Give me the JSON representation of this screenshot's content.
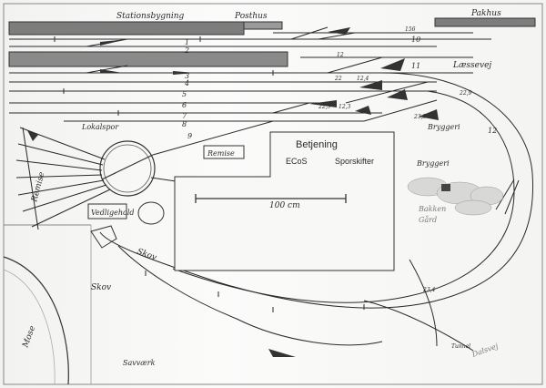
{
  "labels": {
    "stationsbygning": "Stationsbygning",
    "posthus": "Posthus",
    "pakhus": "Pakhus",
    "losseveij": "Læssevej",
    "lokalspor": "Lokalspor",
    "remise": "Remise",
    "remise2": "Remise",
    "vedligehold": "Vedligehold",
    "betjening": "Betjening",
    "ecos": "ECoS",
    "sporskifter": "Sporskifter",
    "bryggeri": "Bryggeri",
    "bryggeri2": "Bryggeri",
    "maalestok": "100 cm",
    "skov1": "Skov",
    "skov2": "Skov",
    "savvaerk": "Savværk",
    "mose": "Mose",
    "bakken": "Bakken",
    "gaard": "Gård",
    "dalsvej": "Dalsvej",
    "tunnel": "Tunnel"
  },
  "track_numbers": {
    "t1": "1",
    "t2": "2",
    "t3": "3",
    "t4": "4",
    "t5": "5",
    "t6": "6",
    "t7": "7",
    "t8": "8",
    "t9": "9",
    "t10": "10",
    "t11": "11",
    "t12": "12"
  },
  "measurements": {
    "m1": "156",
    "m2": "12",
    "m3": "22",
    "m4": "12,4",
    "m5": "22,5",
    "m6": "12,3",
    "m7": "22,9",
    "m8": "23,3",
    "m9": "23,4"
  },
  "colors": {
    "paper": "#f6f6f4",
    "pencil": "#2a2a2a",
    "building": "#7d7d7d",
    "switch": "#333333"
  }
}
